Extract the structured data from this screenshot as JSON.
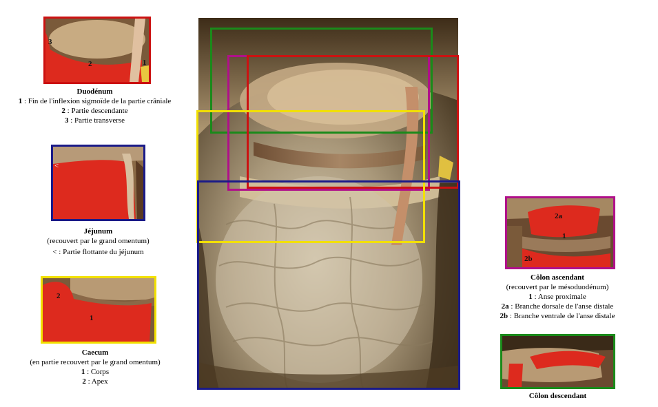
{
  "panels": {
    "duodenum": {
      "title": "Duodénum",
      "items": [
        {
          "key": "1",
          "text": " : Fin de l'inflexion sigmoïde de la partie crâniale"
        },
        {
          "key": "2",
          "text": " : Partie descendante"
        },
        {
          "key": "3",
          "text": " : Partie transverse"
        }
      ],
      "markers": [
        "3",
        "2",
        "1"
      ],
      "border_color": "#cc1111"
    },
    "jejunum": {
      "title": "Jéjunum",
      "subtitle": "(recouvert par le grand omentum)",
      "items": [
        {
          "key": "<",
          "text": " : Partie flottante du jéjunum"
        }
      ],
      "markers": [
        "<"
      ],
      "border_color": "#1a1a88"
    },
    "caecum": {
      "title": "Caecum",
      "subtitle": "(en partie recouvert par le grand omentum)",
      "items": [
        {
          "key": "1",
          "text": " : Corps"
        },
        {
          "key": "2",
          "text": " : Apex"
        }
      ],
      "markers": [
        "2",
        "1"
      ],
      "border_color": "#f2e000"
    },
    "colon_ascendant": {
      "title": "Côlon ascendant",
      "subtitle": "(recouvert par le mésoduodénum)",
      "items": [
        {
          "key": "1",
          "text": " : Anse proximale"
        },
        {
          "key": "2a",
          "text": " : Branche dorsale de l'anse distale"
        },
        {
          "key": "2b",
          "text": " : Branche ventrale de l'anse distale"
        }
      ],
      "markers": [
        "2a",
        "1",
        "2b"
      ],
      "border_color": "#b0108a"
    },
    "colon_descendant": {
      "title": "Côlon descendant",
      "border_color": "#1a8a1a"
    }
  },
  "main_photo": {
    "regions": [
      {
        "name": "colon-descendant-region",
        "color": "#1a8a1a"
      },
      {
        "name": "colon-ascendant-region",
        "color": "#b0108a"
      },
      {
        "name": "duodenum-region",
        "color": "#cc1111"
      },
      {
        "name": "caecum-region",
        "color": "#f2e000"
      },
      {
        "name": "jejunum-region",
        "color": "#1a1a88"
      }
    ]
  }
}
